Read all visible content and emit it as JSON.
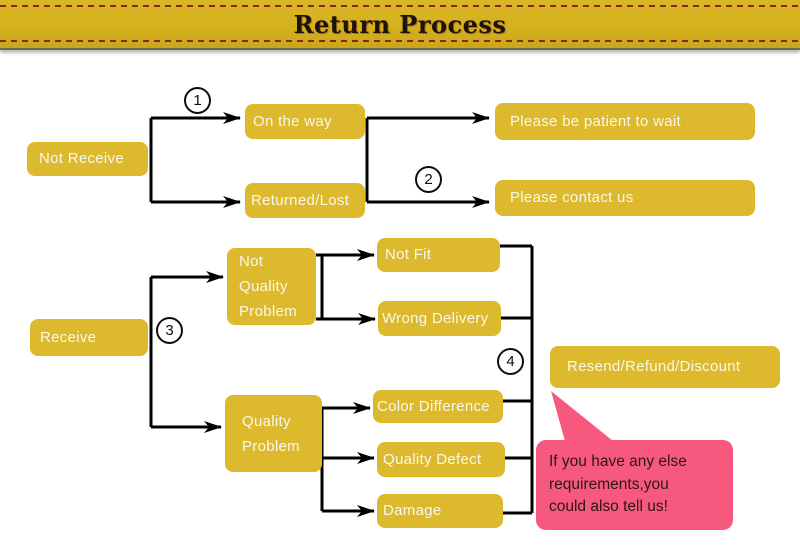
{
  "title": "Return Process",
  "colors": {
    "banner_gold": "#d5b11f",
    "banner_dash_red": "#8e2418",
    "node_gold": "#dcb92d",
    "node_text": "#faf7ec",
    "connector_black": "#000000",
    "bubble_pink": "#f7597e",
    "bubble_text": "#2b1717",
    "title_color": "#1f1208"
  },
  "nodes": {
    "not_receive": {
      "label": "Not Receive"
    },
    "on_the_way": {
      "label": "On the way"
    },
    "returned_lost": {
      "label": "Returned/Lost"
    },
    "please_wait": {
      "label": "Please be patient to wait"
    },
    "please_contact": {
      "label": "Please contact us"
    },
    "receive": {
      "label": "Receive"
    },
    "not_quality_problem": {
      "label": "Not Quality Problem"
    },
    "not_fit": {
      "label": "Not Fit"
    },
    "wrong_delivery": {
      "label": "Wrong Delivery"
    },
    "quality_problem": {
      "label": "Quality Problem"
    },
    "color_difference": {
      "label": "Color Difference"
    },
    "quality_defect": {
      "label": "Quality Defect"
    },
    "damage": {
      "label": "Damage"
    },
    "resend": {
      "label": "Resend/Refund/Discount"
    }
  },
  "steps": [
    {
      "n": "1"
    },
    {
      "n": "2"
    },
    {
      "n": "3"
    },
    {
      "n": "4"
    }
  ],
  "bubble": {
    "lines": [
      "If you have any else",
      "requirements,you",
      "could also tell us!"
    ]
  }
}
